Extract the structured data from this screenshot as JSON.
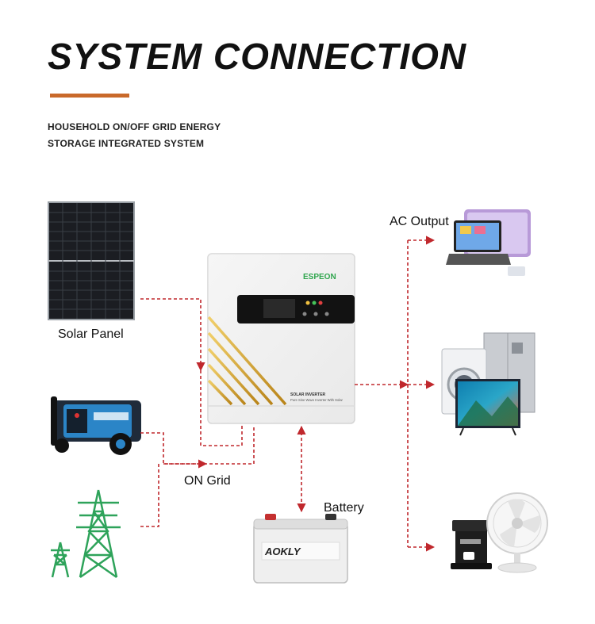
{
  "title": "SYSTEM  CONNECTION",
  "subtitle_line1": "HOUSEHOLD ON/OFF GRID ENERGY",
  "subtitle_line2": "STORAGE INTEGRATED SYSTEM",
  "colors": {
    "accent": "#c9692a",
    "connector": "#c0282d"
  },
  "inverter": {
    "brand": "ESPEON",
    "model_line1": "SOLAR INVERTER",
    "model_line2": "Pure Sine Wave Inverter With Solar"
  },
  "battery": {
    "brand": "AOKLY"
  },
  "labels": {
    "solar_panel": "Solar Panel",
    "on_grid": "ON Grid",
    "battery": "Battery",
    "ac_output": "AC Output"
  },
  "icons": {
    "solar_panel": "solar-panel-icon",
    "generator": "generator-icon",
    "grid_tower": "power-tower-icon",
    "inverter": "inverter-icon",
    "battery": "battery-icon",
    "laptop_tablet": "laptop-icon",
    "appliances": "appliances-icon",
    "kitchen": "coffee-machine-icon",
    "fan": "fan-icon"
  }
}
